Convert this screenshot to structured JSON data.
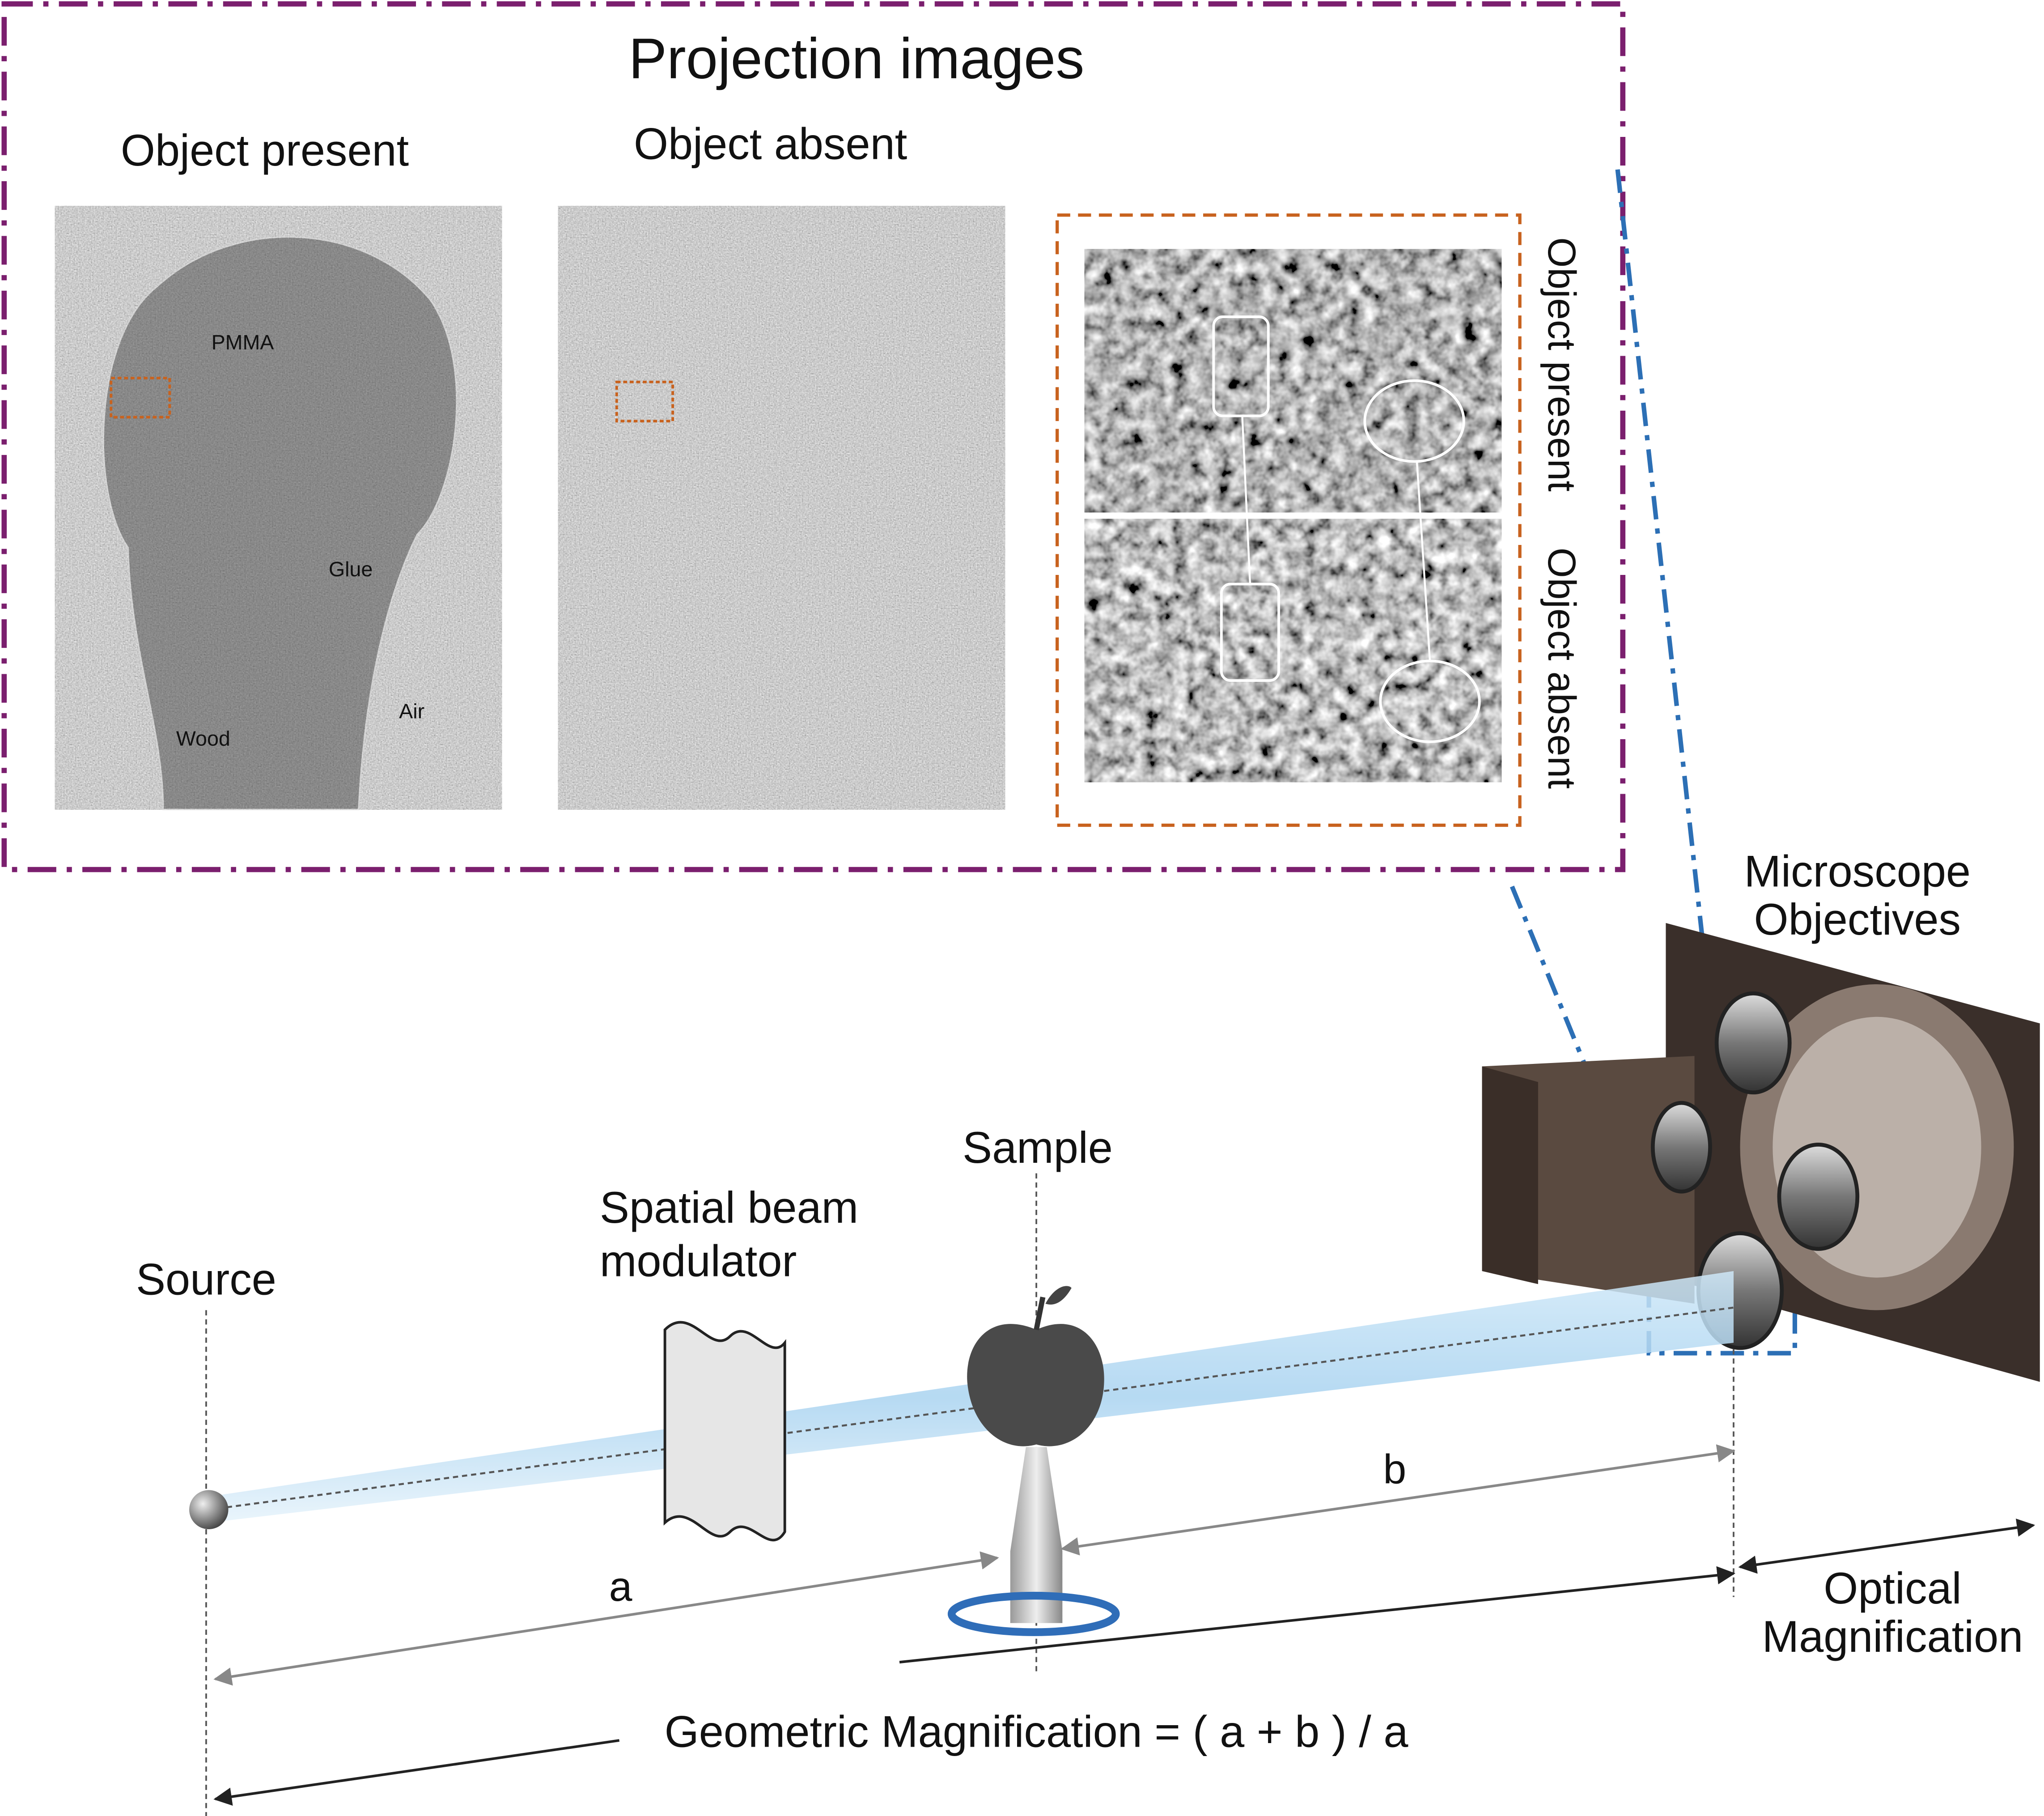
{
  "panel": {
    "title": "Projection images",
    "object_present": "Object present",
    "object_absent": "Object absent",
    "regions": {
      "pmma": "PMMA",
      "glue": "Glue",
      "wood": "Wood",
      "air": "Air"
    },
    "zoom_labels": {
      "present": "Object present",
      "absent": "Object absent"
    }
  },
  "setup": {
    "source": "Source",
    "modulator_line1": "Spatial beam",
    "modulator_line2": "modulator",
    "sample": "Sample",
    "microscope_line1": "Microscope",
    "microscope_line2": "Objectives",
    "distance_a": "a",
    "distance_b": "b",
    "geometric": "Geometric Magnification = ( a + b ) / a",
    "optical_line1": "Optical",
    "optical_line2": "Magnification"
  },
  "colors": {
    "frame": "#7b1f6e",
    "orange": "#c8621e",
    "blue": "#2c6fb5",
    "beam": "#bfe0f5"
  }
}
